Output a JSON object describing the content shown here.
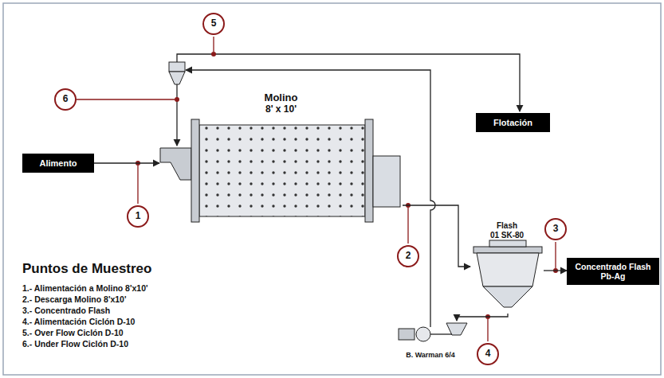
{
  "diagram": {
    "nodes": [
      {
        "text": [
          "5"
        ]
      },
      {
        "text": [
          "Flotación"
        ]
      },
      {
        "text": [
          "6"
        ]
      },
      {
        "text": [
          "Molino",
          "8' x 10'"
        ]
      },
      {
        "text": [
          "Alimento"
        ]
      },
      {
        "text": [
          "Flash",
          "01 SK-80"
        ]
      },
      {
        "text": [
          "3"
        ]
      },
      {
        "text": [
          "Concentrado Flash Pb-Ag"
        ]
      },
      {
        "text": [
          "2"
        ]
      },
      {
        "text": [
          "1"
        ]
      },
      {
        "text": [
          "B. Warman 6/4"
        ]
      },
      {
        "text": [
          "4"
        ]
      }
    ],
    "edges": [
      {
        "from": 4,
        "to": 3,
        "arrow": "to"
      },
      {
        "from": 3,
        "to": 5,
        "arrow": "to"
      },
      {
        "from": 5,
        "to": 7,
        "arrow": "to"
      },
      {
        "from": 5,
        "to": 10,
        "arrow": "to"
      }
    ],
    "labels": [
      "Puntos de Muestreo",
      "1.- Alimentación a Molino 8'x10'",
      "2.- Descarga Molino 8'x10'",
      "3.- Concentrado Flash",
      "4.- Alimentación Ciclón D-10",
      "5.- Over Flow Ciclón D-10",
      "6.- Under Flow Ciclón D-10"
    ]
  }
}
